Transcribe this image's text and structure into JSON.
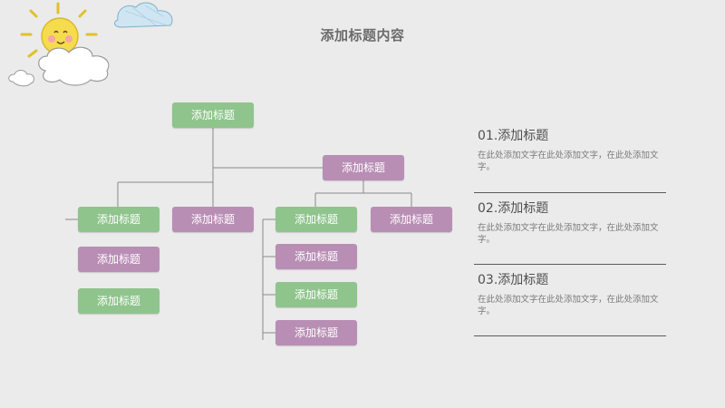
{
  "page": {
    "title": "添加标题内容",
    "colors": {
      "background": "#ebebeb",
      "green_box": "#8fc48c",
      "purple_box": "#b98eb5",
      "connector": "#8a8a8a"
    }
  },
  "decoration": {
    "icons": [
      "sun-icon",
      "cloud-icon",
      "cloud-icon",
      "cloud-icon"
    ]
  },
  "org_chart": {
    "root": "添加标题",
    "branch": "添加标题",
    "level2": [
      "添加标题",
      "添加标题",
      "添加标题",
      "添加标题"
    ],
    "left_column": [
      "添加标题",
      "添加标题"
    ],
    "right_column": [
      "添加标题",
      "添加标题",
      "添加标题"
    ]
  },
  "entries": [
    {
      "title": "01.添加标题",
      "desc": "在此处添加文字在此处添加文字，在此处添加文字。"
    },
    {
      "title": "02.添加标题",
      "desc": "在此处添加文字在此处添加文字，在此处添加文字。"
    },
    {
      "title": "03.添加标题",
      "desc": "在此处添加文字在此处添加文字，在此处添加文字。"
    }
  ]
}
